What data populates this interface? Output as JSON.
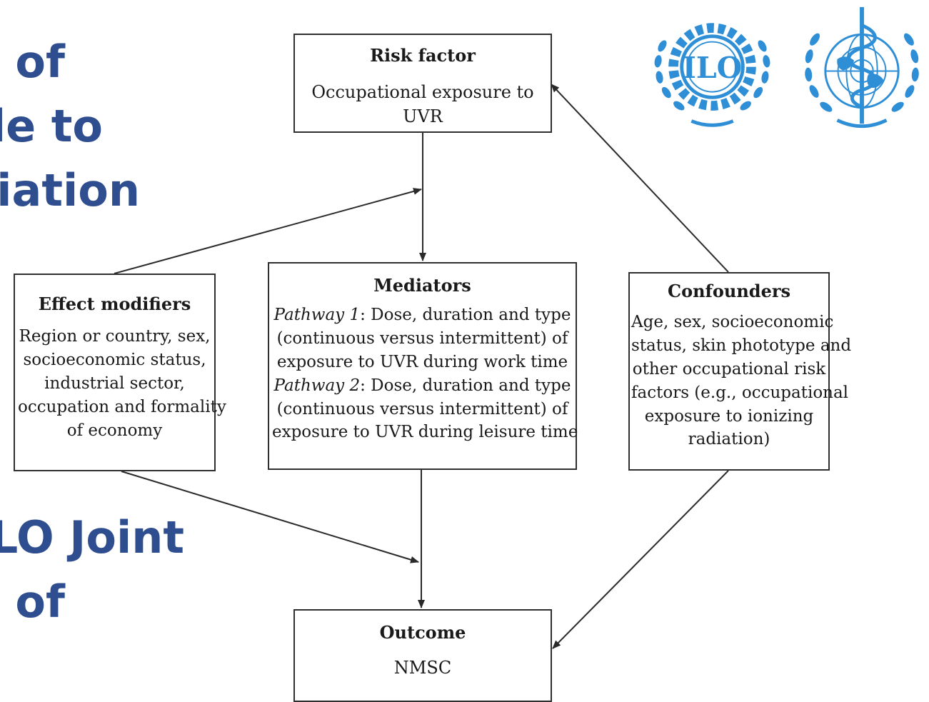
{
  "slide": {
    "top_title_lines": [
      "s of",
      "ole to",
      "diation"
    ],
    "bottom_title_lines": [
      "ILO Joint",
      "n of"
    ],
    "title_color": "#2f4e8f"
  },
  "diagram": {
    "risk_factor": {
      "title": "Risk factor",
      "lines": [
        "Occupational exposure to",
        "UVR"
      ]
    },
    "mediators": {
      "title": "Mediators",
      "pathway_1_label": "Pathway 1",
      "pathway_1_lines": [
        ": Dose, duration and type",
        "(continuous versus intermittent) of",
        "exposure to UVR during work time"
      ],
      "pathway_2_label": "Pathway 2",
      "pathway_2_lines": [
        ": Dose, duration and type",
        "(continuous versus intermittent) of",
        "exposure to UVR during leisure time"
      ]
    },
    "effect_modifiers": {
      "title": "Effect modifiers",
      "lines": [
        "Region or country, sex,",
        "socioeconomic status,",
        "industrial sector,",
        "occupation and formality",
        "of economy"
      ]
    },
    "confounders": {
      "title": "Confounders",
      "lines": [
        "Age, sex, socioeconomic",
        "status, skin phototype and",
        "other occupational risk",
        "factors (e.g., occupational",
        "exposure to ionizing",
        "radiation)"
      ]
    },
    "outcome": {
      "title": "Outcome",
      "lines": [
        "NMSC"
      ]
    }
  },
  "logos": {
    "ilo": {
      "text": "ILO",
      "icon": "ilo-emblem-icon",
      "color": "#2e8fd6"
    },
    "who": {
      "icon": "who-emblem-icon",
      "color": "#2e8fd6"
    }
  }
}
